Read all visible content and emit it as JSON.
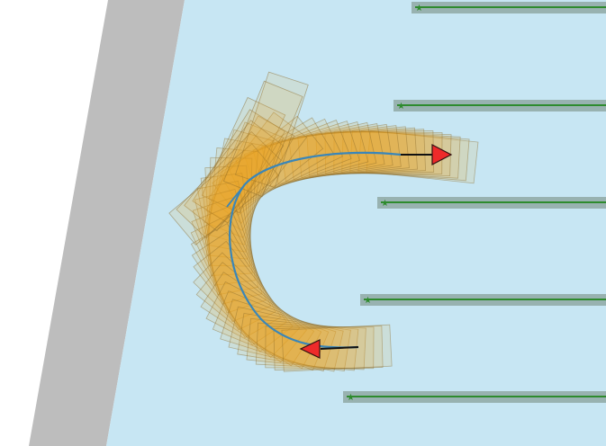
{
  "scene": {
    "colors": {
      "background": "#ffffff",
      "wall": "#bdbdbd",
      "floor": "#c7e6f3",
      "slot_outer": "#8fa8a3",
      "slot_inner": "#2e8b2e",
      "slot_marker": "#2e8b2e",
      "footprint_fill": "#f0a820",
      "footprint_stroke": "#8a6a2a",
      "path_line": "#3a86b8",
      "arrow_line": "#111111",
      "arrow_head": "#ee2a2a"
    },
    "icons": {
      "slot_marker": "star-marker",
      "start_pose": "red-triangle-arrow",
      "goal_pose": "red-triangle-arrow"
    },
    "slots_count": 5
  }
}
